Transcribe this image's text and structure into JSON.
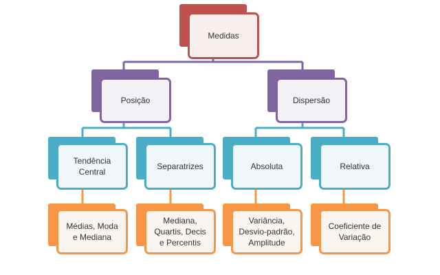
{
  "diagram": {
    "root": {
      "label": "Medidas"
    },
    "position": {
      "label": "Posição",
      "central": {
        "label": "Tendência\nCentral",
        "detail": "Médias, Moda\ne Mediana"
      },
      "separatrizes": {
        "label": "Separatrizes",
        "detail": "Mediana,\nQuartis, Decis\ne Percentis"
      }
    },
    "dispersion": {
      "label": "Dispersão",
      "absolute": {
        "label": "Absoluta",
        "detail": "Variância,\nDesvio-padrão,\nAmplitude"
      },
      "relative": {
        "label": "Relativa",
        "detail": "Coeficiente de\nVariação"
      }
    }
  },
  "colors": {
    "level1": "#c0504d",
    "level2": "#8064a2",
    "level3": "#4bacc6",
    "level4": "#f79646"
  }
}
